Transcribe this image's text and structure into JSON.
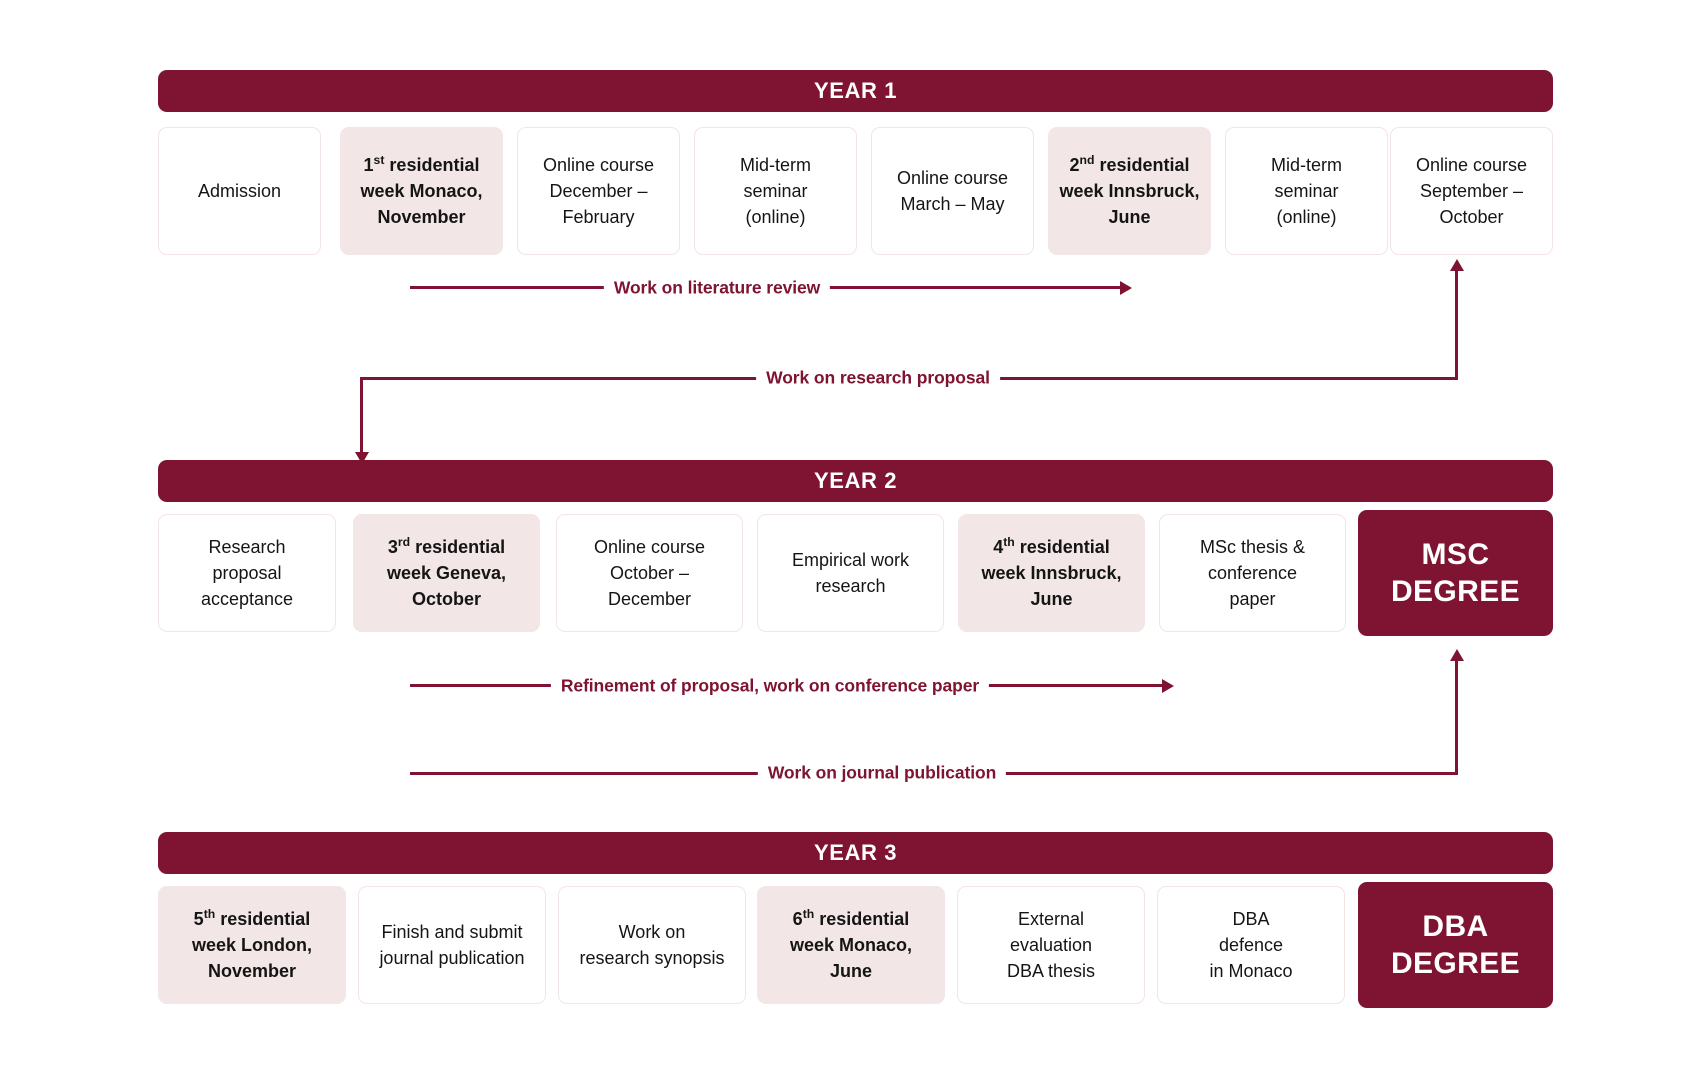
{
  "theme": {
    "brand": "#7E1432",
    "highlight_bg": "#F2E6E6",
    "card_border": "#F3E4E6",
    "card_bg": "#FFFFFF",
    "text": "#151515"
  },
  "years": [
    {
      "banner": "YEAR 1",
      "cards": [
        {
          "lines": "Admission",
          "style": "plain"
        },
        {
          "lines": "1st residential\nweek Monaco,\nNovember",
          "style": "highlight",
          "ordinal": "st",
          "ordinal_base": "1"
        },
        {
          "lines": "Online course\nDecember –\nFebruary",
          "style": "plain"
        },
        {
          "lines": "Mid-term\nseminar\n(online)",
          "style": "plain"
        },
        {
          "lines": "Online course\nMarch – May",
          "style": "plain"
        },
        {
          "lines": "2nd residential\nweek Innsbruck,\nJune",
          "style": "highlight",
          "ordinal": "nd",
          "ordinal_base": "2"
        },
        {
          "lines": "Mid-term\nseminar\n(online)",
          "style": "plain"
        },
        {
          "lines": "Online course\nSeptember –\nOctober",
          "style": "plain"
        }
      ]
    },
    {
      "banner": "YEAR 2",
      "cards": [
        {
          "lines": "Research\nproposal\nacceptance",
          "style": "plain"
        },
        {
          "lines": "3rd residential\nweek Geneva,\nOctober",
          "style": "highlight",
          "ordinal": "rd",
          "ordinal_base": "3"
        },
        {
          "lines": "Online course\nOctober –\nDecember",
          "style": "plain"
        },
        {
          "lines": "Empirical work\nresearch",
          "style": "plain"
        },
        {
          "lines": "4th residential\nweek Innsbruck,\nJune",
          "style": "highlight",
          "ordinal": "th",
          "ordinal_base": "4"
        },
        {
          "lines": "MSc thesis &\nconference\npaper",
          "style": "plain"
        },
        {
          "lines": "MSC\nDEGREE",
          "style": "degree"
        }
      ]
    },
    {
      "banner": "YEAR 3",
      "cards": [
        {
          "lines": "5th residential\nweek London,\nNovember",
          "style": "highlight",
          "ordinal": "th",
          "ordinal_base": "5"
        },
        {
          "lines": "Finish and submit\njournal publication",
          "style": "plain"
        },
        {
          "lines": "Work on\nresearch synopsis",
          "style": "plain"
        },
        {
          "lines": "6th residential\nweek Monaco,\nJune",
          "style": "highlight",
          "ordinal": "th",
          "ordinal_base": "6"
        },
        {
          "lines": "External\nevaluation\nDBA thesis",
          "style": "plain"
        },
        {
          "lines": "DBA\ndefence\nin Monaco",
          "style": "plain"
        },
        {
          "lines": "DBA\nDEGREE",
          "style": "degree"
        }
      ]
    }
  ],
  "connectors": [
    {
      "label": "Work on literature review"
    },
    {
      "label": "Work on research proposal"
    },
    {
      "label": "Refinement of proposal, work on conference paper"
    },
    {
      "label": "Work on journal publication"
    }
  ]
}
